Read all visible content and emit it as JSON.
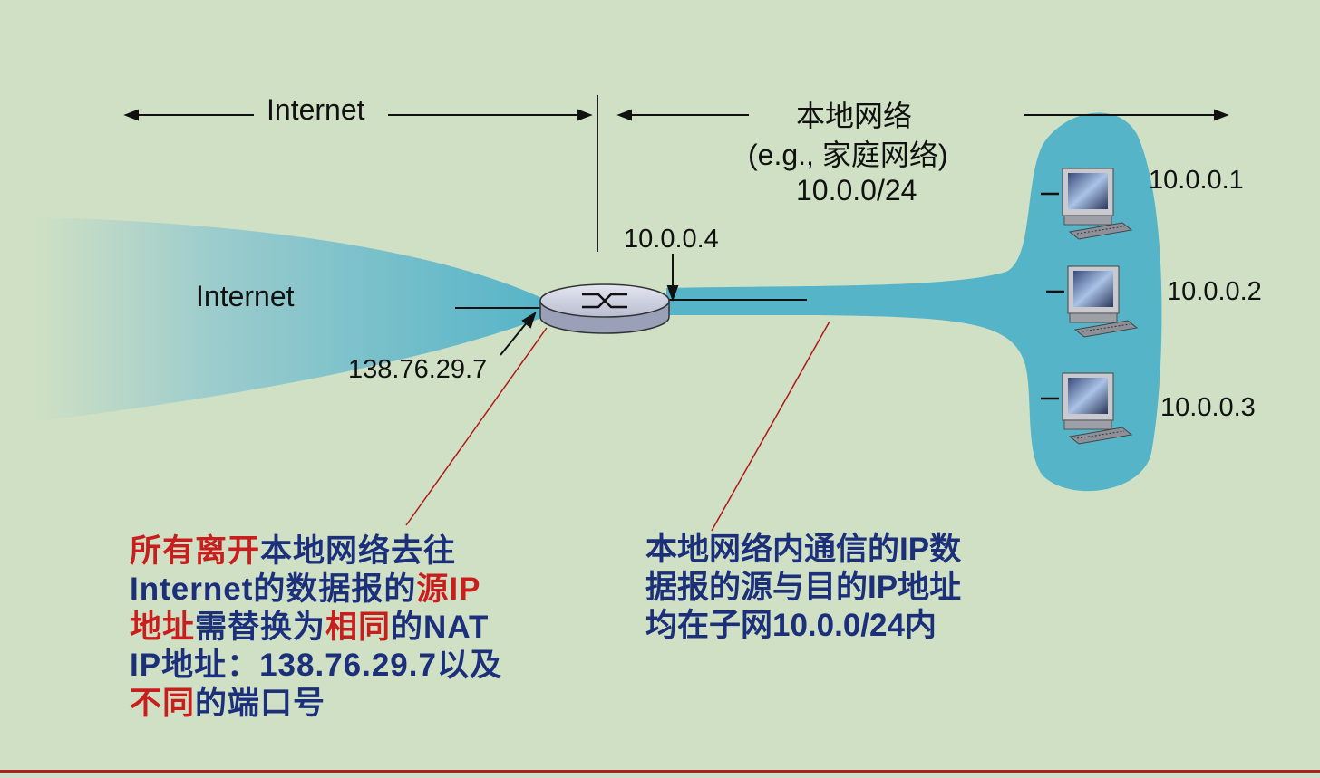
{
  "header": {
    "internet_label": "Internet",
    "local_network_label": "本地网络",
    "local_network_example": "(e.g., 家庭网络)",
    "local_network_subnet": "10.0.0/24"
  },
  "router": {
    "lan_ip": "10.0.0.4",
    "wan_ip": "138.76.29.7"
  },
  "internet_cloud_label": "Internet",
  "hosts": [
    {
      "ip": "10.0.0.1"
    },
    {
      "ip": "10.0.0.2"
    },
    {
      "ip": "10.0.0.3"
    }
  ],
  "left_note": {
    "lines": [
      [
        {
          "text": "所有离开",
          "style": "red"
        },
        {
          "text": "本地网络去往",
          "style": "blue"
        }
      ],
      [
        {
          "text": "Internet",
          "style": "blue"
        },
        {
          "text": "的数据报的",
          "style": "blue"
        },
        {
          "text": "源IP",
          "style": "red"
        }
      ],
      [
        {
          "text": "地址",
          "style": "red"
        },
        {
          "text": "需替换为",
          "style": "blue"
        },
        {
          "text": "相同",
          "style": "red"
        },
        {
          "text": "的NAT",
          "style": "blue"
        }
      ],
      [
        {
          "text": "IP地址：138.76.29.7以及",
          "style": "blue"
        }
      ],
      [
        {
          "text": "不同",
          "style": "red"
        },
        {
          "text": "的端口号",
          "style": "blue"
        }
      ]
    ]
  },
  "right_note": {
    "lines": [
      "本地网络内通信的IP数",
      "据报的源与目的IP地址",
      "均在子网10.0.0/24内"
    ]
  },
  "colors": {
    "background": "#cfe0c4",
    "network_fill": "#55b4c8",
    "red_text": "#c81e1e",
    "blue_text": "#1b2f7a",
    "pointer_line": "#b01818"
  }
}
